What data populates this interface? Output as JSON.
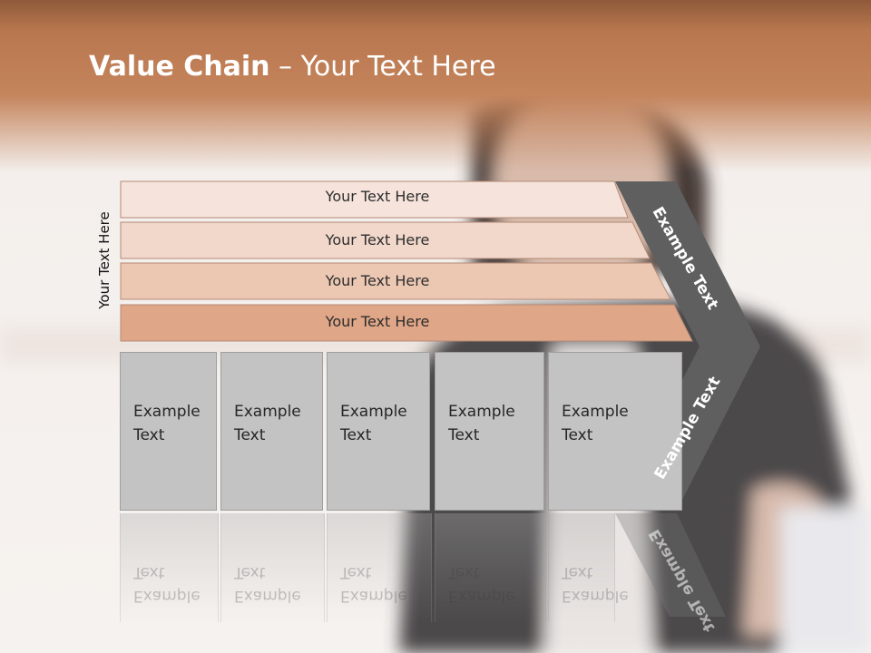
{
  "slide": {
    "title_bold": "Value Chain",
    "title_rest": " – Your Text Here",
    "side_label": "Your Text Here"
  },
  "rows": [
    {
      "label": "Your Text Here"
    },
    {
      "label": "Your Text Here"
    },
    {
      "label": "Your Text Here"
    },
    {
      "label": "Your Text Here"
    }
  ],
  "cells": [
    {
      "text": "Example\nText"
    },
    {
      "text": "Example\nText"
    },
    {
      "text": "Example\nText"
    },
    {
      "text": "Example\nText"
    },
    {
      "text": "Example\nText"
    }
  ],
  "chevron": {
    "top_label": "Example Text",
    "bottom_label": "Example Text"
  },
  "colors": {
    "header": "#c4845c",
    "row1": "#f6e4dc",
    "row2": "#f1d8cb",
    "row3": "#ecc8b3",
    "row4": "#dfa687",
    "cell": "#c3c3c3",
    "chevron": "#5f5f5f"
  }
}
